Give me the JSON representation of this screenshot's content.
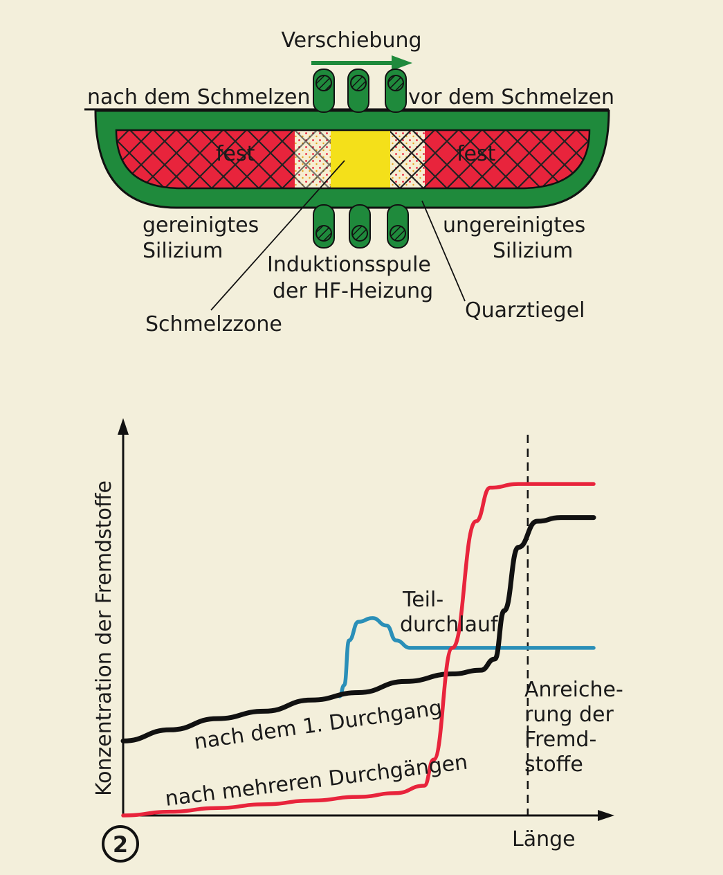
{
  "figure_number": "2",
  "top_diagram": {
    "shift_label": "Verschiebung",
    "after_melting": "nach dem Schmelzen",
    "before_melting": "vor dem Schmelzen",
    "solid_left": "fest",
    "solid_right": "fest",
    "purified": [
      "gereinigtes",
      "Silizium"
    ],
    "unpurified": [
      "ungereinigtes",
      "Silizium"
    ],
    "coil": [
      "Induktionsspule",
      "der HF-Heizung"
    ],
    "crucible": "Quarztiegel",
    "melt_zone": "Schmelzzone"
  },
  "chart_data": {
    "type": "line",
    "xlabel": "Länge",
    "ylabel": "Konzentration der Fremdstoffe",
    "annotation": [
      "Anreiche-",
      "rung der",
      "Fremd-",
      "stoffe"
    ],
    "series": [
      {
        "name": "nach dem 1. Durchgang",
        "color": "#111111",
        "points": [
          [
            0,
            0.2
          ],
          [
            0.1,
            0.23
          ],
          [
            0.2,
            0.26
          ],
          [
            0.3,
            0.28
          ],
          [
            0.4,
            0.31
          ],
          [
            0.5,
            0.33
          ],
          [
            0.6,
            0.36
          ],
          [
            0.7,
            0.38
          ],
          [
            0.76,
            0.39
          ],
          [
            0.79,
            0.42
          ],
          [
            0.81,
            0.55
          ],
          [
            0.84,
            0.72
          ],
          [
            0.88,
            0.79
          ],
          [
            0.93,
            0.8
          ],
          [
            1.0,
            0.8
          ]
        ]
      },
      {
        "name": "nach mehreren Durchgängen",
        "color": "#e8243c",
        "points": [
          [
            0,
            0.0
          ],
          [
            0.1,
            0.01
          ],
          [
            0.2,
            0.02
          ],
          [
            0.3,
            0.03
          ],
          [
            0.4,
            0.04
          ],
          [
            0.5,
            0.05
          ],
          [
            0.58,
            0.06
          ],
          [
            0.64,
            0.08
          ],
          [
            0.66,
            0.15
          ],
          [
            0.7,
            0.45
          ],
          [
            0.75,
            0.79
          ],
          [
            0.78,
            0.88
          ],
          [
            0.84,
            0.89
          ],
          [
            1.0,
            0.89
          ]
        ]
      },
      {
        "name": "Teil-durchlauf",
        "label_lines": [
          "Teil-",
          "durchlauf"
        ],
        "color": "#2a8fb8",
        "points": [
          [
            0.46,
            0.32
          ],
          [
            0.47,
            0.35
          ],
          [
            0.48,
            0.47
          ],
          [
            0.5,
            0.52
          ],
          [
            0.53,
            0.53
          ],
          [
            0.56,
            0.51
          ],
          [
            0.58,
            0.47
          ],
          [
            0.61,
            0.45
          ],
          [
            0.7,
            0.45
          ],
          [
            0.8,
            0.45
          ],
          [
            1.0,
            0.45
          ]
        ]
      }
    ],
    "xlim": [
      0,
      1
    ],
    "ylim": [
      0,
      1
    ],
    "vline_x": 0.86,
    "grid": false
  },
  "colors": {
    "crucible": "#1f8a3c",
    "solid": "#e8243c",
    "melt": "#f4e01a",
    "pale": "#f6eed2"
  }
}
